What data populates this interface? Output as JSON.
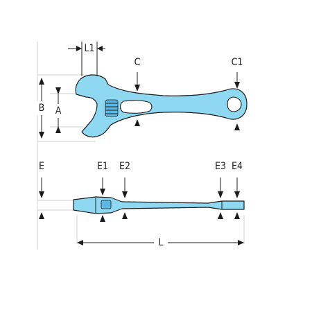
{
  "labels": {
    "L1": "L1",
    "C": "C",
    "C1": "C1",
    "B": "B",
    "A": "A",
    "E": "E",
    "E1": "E1",
    "E2": "E2",
    "E3": "E3",
    "E4": "E4",
    "L": "L"
  },
  "colors": {
    "tool_fill": "#8fd8f2",
    "outline": "#1c1c1c",
    "guide_lines": "#d0d0d0"
  }
}
